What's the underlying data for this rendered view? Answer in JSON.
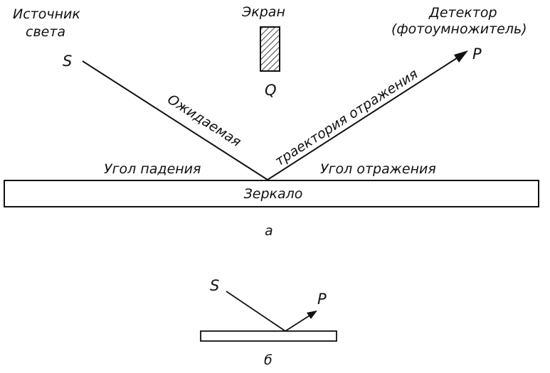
{
  "figure_a": {
    "source_label": "Источник",
    "source_label_line2": "света",
    "point_s": "S",
    "screen_label": "Экран",
    "screen_letter": "Q",
    "detector_label": "Детектор",
    "detector_label_line2": "(фотоумножитель)",
    "point_p": "P",
    "path_label_left": "Ожидаемая",
    "path_label_right": "траектория отражения",
    "angle_incidence": "Угол падения",
    "angle_reflection": "Угол отражения",
    "mirror_label": "Зеркало",
    "caption": "а"
  },
  "figure_b": {
    "point_s": "S",
    "point_p": "P",
    "caption": "б"
  },
  "colors": {
    "ink": "#111111",
    "background": "#ffffff"
  }
}
